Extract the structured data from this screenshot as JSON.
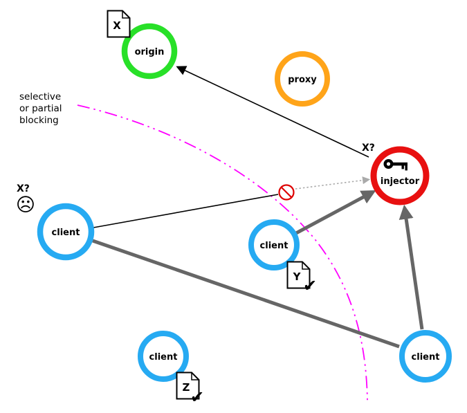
{
  "annotations": {
    "blocking_note_line1": "selective",
    "blocking_note_line2": "or partial",
    "blocking_note_line3": "blocking",
    "client_left_question": "X?",
    "injector_question": "X?",
    "sad_face_glyph": "☹",
    "check_glyph": "✔"
  },
  "nodes": {
    "origin": {
      "label": "origin",
      "color": "#28e028"
    },
    "proxy": {
      "label": "proxy",
      "color": "#ffa419"
    },
    "injector": {
      "label": "injector",
      "color": "#e81010"
    },
    "client_left": {
      "label": "client",
      "color": "#26aaf2"
    },
    "client_middle": {
      "label": "client",
      "color": "#26aaf2"
    },
    "client_bottom_left": {
      "label": "client",
      "color": "#26aaf2"
    },
    "client_bottom_right": {
      "label": "client",
      "color": "#26aaf2"
    }
  },
  "documents": {
    "x": {
      "letter": "X"
    },
    "y": {
      "letter": "Y"
    },
    "z": {
      "letter": "Z"
    }
  },
  "colors": {
    "blocking_curve": "#ff00ff",
    "thick_link": "#666666",
    "thin_link": "#000000",
    "dotted_link": "#aaaaaa",
    "block_sign": "#dd0000",
    "check": "#55a02d"
  }
}
